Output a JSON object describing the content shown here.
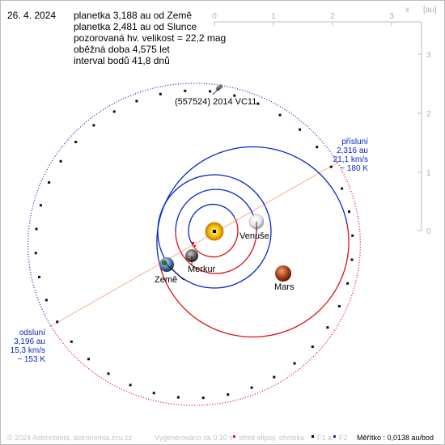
{
  "header": {
    "date": "26. 4. 2024",
    "lines": [
      "planetka 3,188 au od Země",
      "planetka 2,481 au od Slunce",
      "pozorovaná hv. velikost = 22,2 mag",
      "oběžná doba 4,575 let",
      "interval bodů 41,8 dnů"
    ]
  },
  "axes": {
    "x_label": "x",
    "unit": "[au]",
    "x_ticks": [
      "0",
      "1",
      "2",
      "3"
    ],
    "y_ticks": [
      "3",
      "2",
      "1",
      "0"
    ]
  },
  "bodies": {
    "asteroid": "(557524) 2014 VC11",
    "venus": "Venuše",
    "mercury": "Merkur",
    "earth": "Země",
    "mars": "Mars"
  },
  "perihelion": {
    "title": "přísluní",
    "distance": "2,316 au",
    "speed": "21,1 km/s",
    "temp": "~ 180 K"
  },
  "aphelion": {
    "title": "odsluní",
    "distance": "3,196 au",
    "speed": "15,3 km/s",
    "temp": "~ 153 K"
  },
  "footer": {
    "copyright": "© 2024 Astronomia, astronomia.zcu.cz",
    "generated": "Vygenerováno za 0,10 s",
    "legend_center": "střed elipsy, ohniska",
    "legend_f1": "F1 a",
    "legend_f2": "F2",
    "scale": "Měřítko : 0,0138 au/bod"
  },
  "colors": {
    "blue": "#0033cc",
    "red": "#dd1111",
    "orbit": "#1a1aa8",
    "apsides_line": "#f4b08a"
  }
}
